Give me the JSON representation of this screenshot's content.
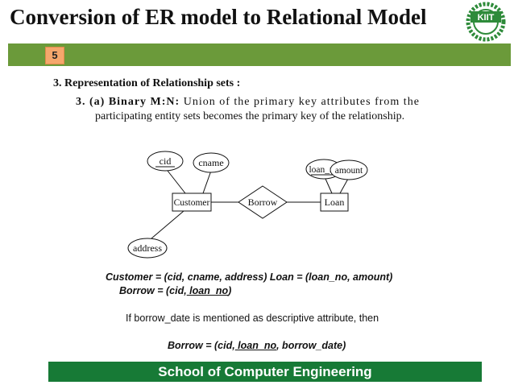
{
  "slide": {
    "title": "Conversion of ER model to Relational Model",
    "slide_number": "5",
    "logo_text": "KIIT",
    "heading": "3.  Representation of Relationship sets :",
    "sub_lead": "3.  (a) Binary M:N:",
    "sub_line1_rest": " Union of the primary key attributes from the",
    "sub_line2": "participating entity sets becomes the primary key of the relationship.",
    "footer": "School of Computer Engineering"
  },
  "diagram": {
    "attributes": {
      "cid": "cid",
      "cname": "cname",
      "address": "address",
      "loan_no": "loan_no",
      "amount": "amount"
    },
    "entities": {
      "customer": "Customer",
      "loan": "Loan"
    },
    "relationship": "Borrow"
  },
  "relations": {
    "line1": "Customer = (cid, cname, address) Loan = (loan_no, amount)",
    "borrow1_prefix": "Borrow = (cid,",
    "borrow1_key": " loan_no",
    "borrow1_suffix": ")",
    "note": "If borrow_date is mentioned as descriptive attribute, then",
    "borrow2_prefix": "Borrow = (cid,",
    "borrow2_key": " loan_no",
    "borrow2_suffix": ", borrow_date)"
  },
  "colors": {
    "header_bar": "#6b9a3a",
    "slide_number_box": "#f5a76c",
    "footer_bar": "#177a36",
    "logo": "#2e8b3a"
  }
}
